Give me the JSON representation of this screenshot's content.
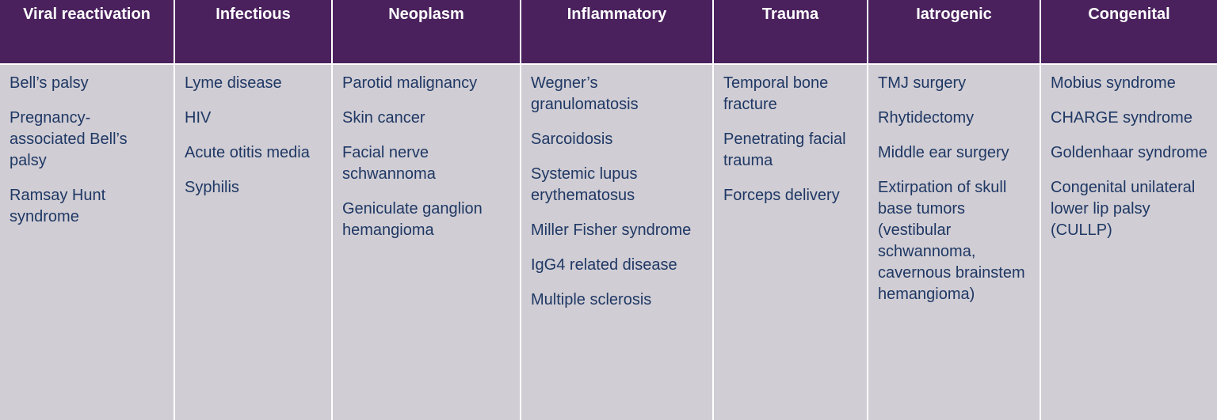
{
  "columns": [
    {
      "header": "Viral reactivation",
      "items": [
        "Bell’s palsy",
        "Pregnancy-associated Bell’s palsy",
        "Ramsay Hunt syndrome"
      ]
    },
    {
      "header": "Infectious",
      "items": [
        "Lyme disease",
        "HIV",
        "Acute otitis media",
        "Syphilis"
      ]
    },
    {
      "header": "Neoplasm",
      "items": [
        "Parotid malignancy",
        "Skin cancer",
        "Facial nerve schwannoma",
        "Geniculate ganglion hemangioma"
      ]
    },
    {
      "header": "Inflammatory",
      "items": [
        "Wegner’s granulomatosis",
        "Sarcoidosis",
        "Systemic lupus erythematosus",
        "Miller Fisher syndrome",
        "IgG4 related disease",
        "Multiple sclerosis"
      ]
    },
    {
      "header": "Trauma",
      "items": [
        "Temporal bone fracture",
        "Penetrating facial trauma",
        "Forceps delivery"
      ]
    },
    {
      "header": "Iatrogenic",
      "items": [
        "TMJ surgery",
        "Rhytidectomy",
        "Middle ear surgery",
        "Extirpation of skull base tumors (vestibular schwannoma, cavernous brainstem hemangioma)"
      ]
    },
    {
      "header": "Congenital",
      "items": [
        "Mobius syndrome",
        "CHARGE syndrome",
        "Goldenhaar syndrome",
        "Congenital unilateral lower lip palsy (CULLP)"
      ]
    }
  ],
  "colors": {
    "header_bg": "#4a215d",
    "header_text": "#ffffff",
    "body_bg": "#d0cdd4",
    "body_text": "#1f3864"
  }
}
